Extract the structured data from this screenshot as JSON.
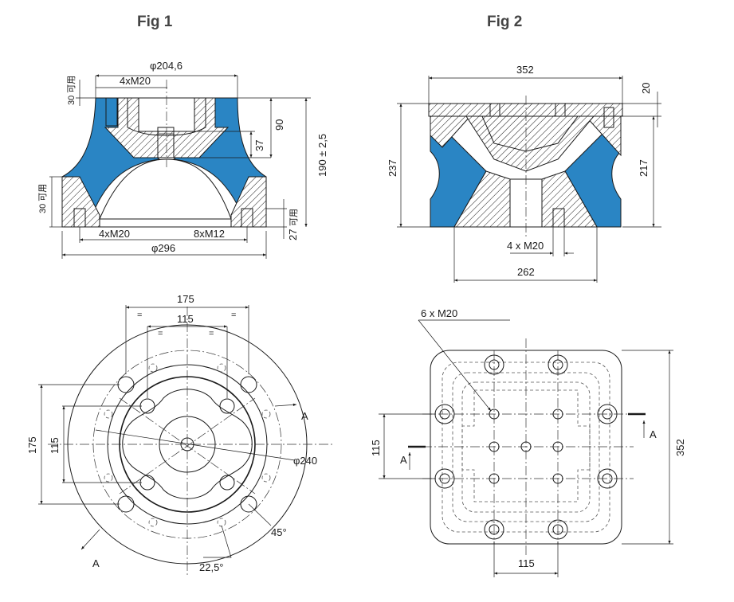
{
  "figures": {
    "fig1_title": "Fig 1",
    "fig2_title": "Fig 2"
  },
  "colors": {
    "rubber": "#2a85c4",
    "line": "#1a1a1a",
    "title": "#444444"
  },
  "fig1": {
    "top_diameter": "φ204,6",
    "top_thread": "4xM20",
    "usable_top": "30 可用",
    "dim_90": "90",
    "dim_37": "37",
    "height": "190 ± 2,5",
    "usable_side": "30 可用",
    "usable_right": "可用",
    "dim_27": "27",
    "bottom_thread_left": "4xM20",
    "bottom_thread_right": "8xM12",
    "bottom_diameter": "φ296",
    "plan_175_top": "175",
    "plan_115_top": "115",
    "plan_175_left": "175",
    "plan_115_left": "115",
    "plan_diameter": "φ240",
    "angle_45": "45°",
    "angle_22": "22,5°",
    "section_a_top": "A",
    "section_a_bottom": "A",
    "equal_mark": "="
  },
  "fig2": {
    "width": "352",
    "dim_20": "20",
    "height_total": "237",
    "height_body": "217",
    "thread": "4 x M20",
    "base_width": "262",
    "plan_thread": "6 x M20",
    "plan_115_left": "115",
    "plan_352_right": "352",
    "plan_115_bottom": "115",
    "section_a_right": "A",
    "section_a_left": "A"
  }
}
